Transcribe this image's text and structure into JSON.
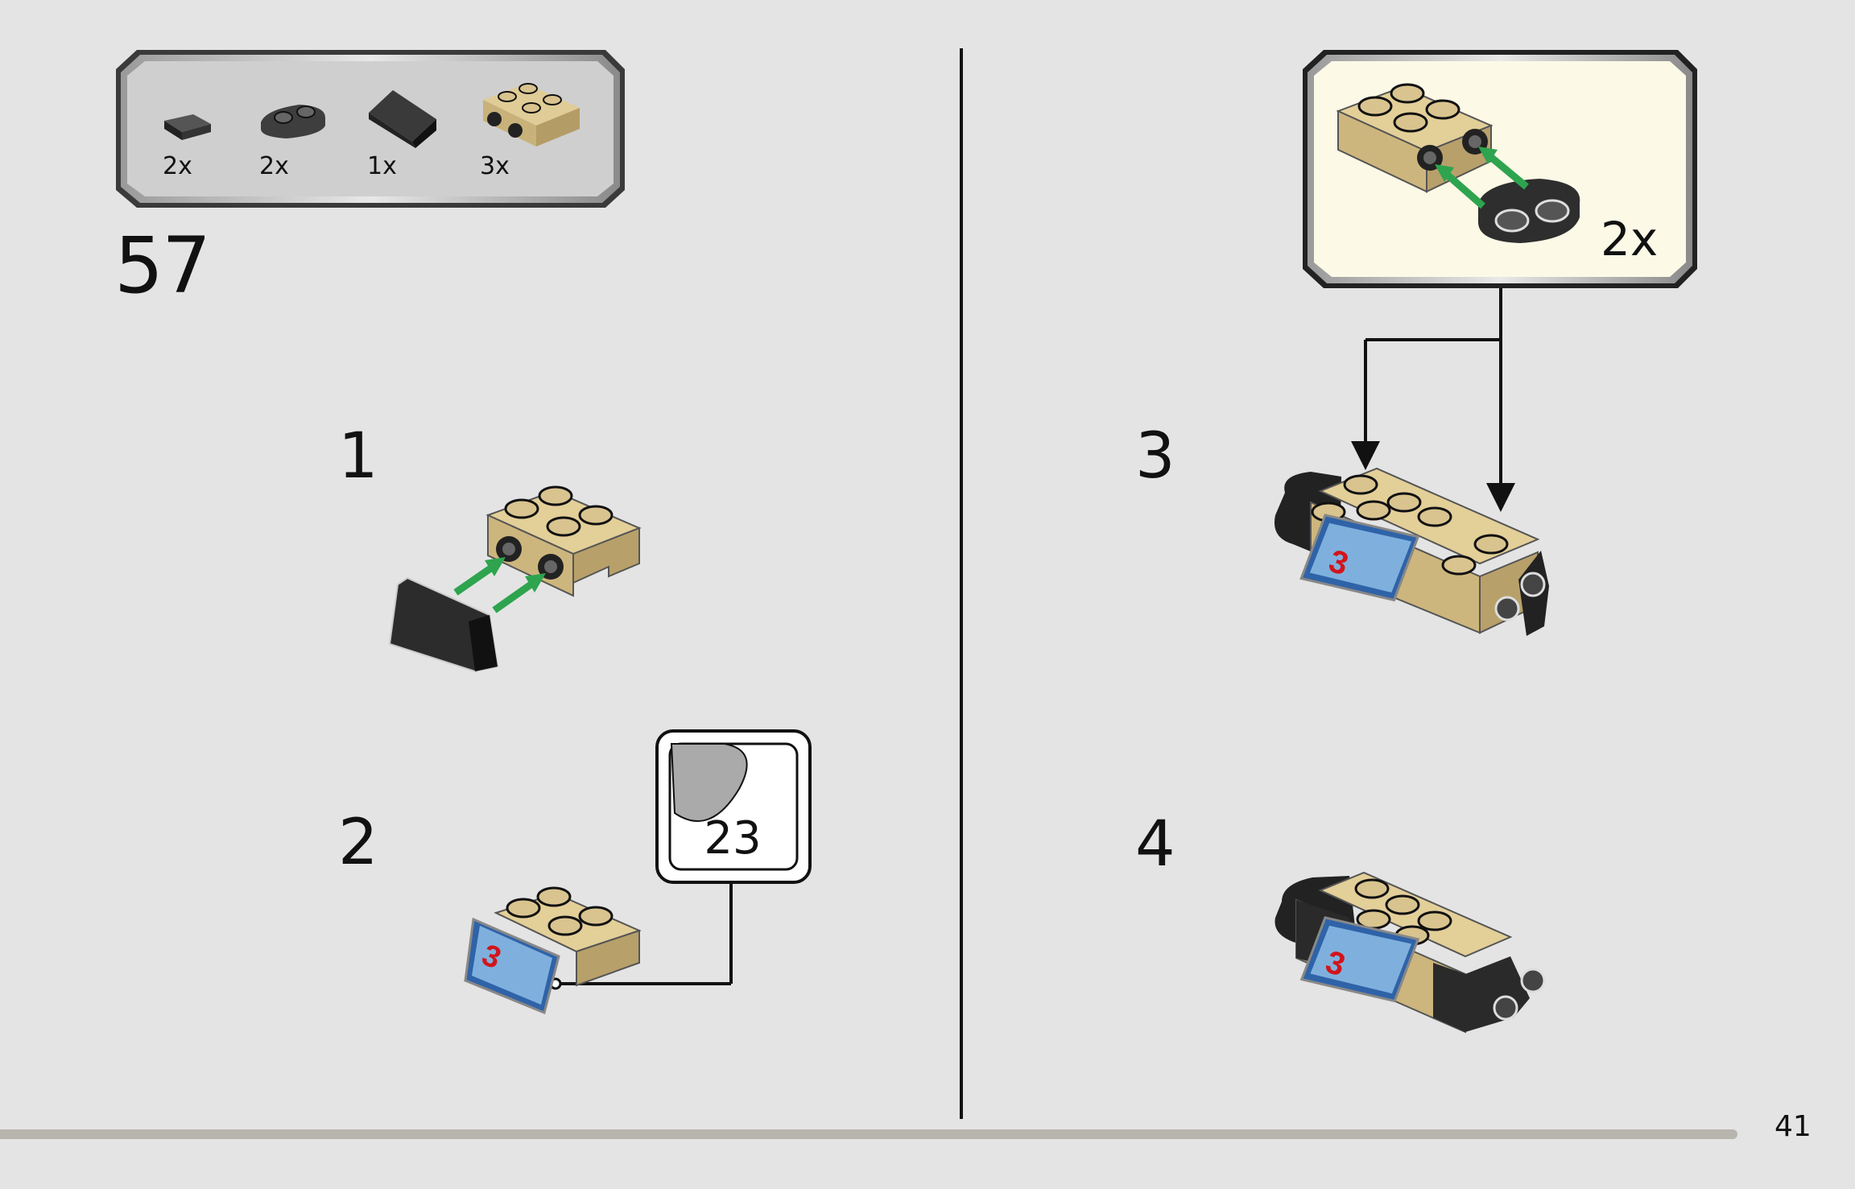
{
  "page": {
    "step_number": "57",
    "page_number": "41"
  },
  "parts_list": {
    "items": [
      {
        "qty": "2x",
        "icon": "black-tile-1x1-icon"
      },
      {
        "qty": "2x",
        "icon": "dark-grey-plate-1x2-rounded-icon"
      },
      {
        "qty": "1x",
        "icon": "black-slope-icon"
      },
      {
        "qty": "3x",
        "icon": "tan-plate-2x2-with-pins-icon"
      }
    ]
  },
  "substeps": {
    "s1": "1",
    "s2": "2",
    "s3": "3",
    "s4": "4"
  },
  "sticker": {
    "number": "23"
  },
  "callout": {
    "qty": "2x"
  },
  "colors": {
    "background": "#e4e4e4",
    "tan": "#d9c48f",
    "black": "#222222",
    "arrow_green": "#2ea44f",
    "callout_bg": "#fcf9e6"
  }
}
